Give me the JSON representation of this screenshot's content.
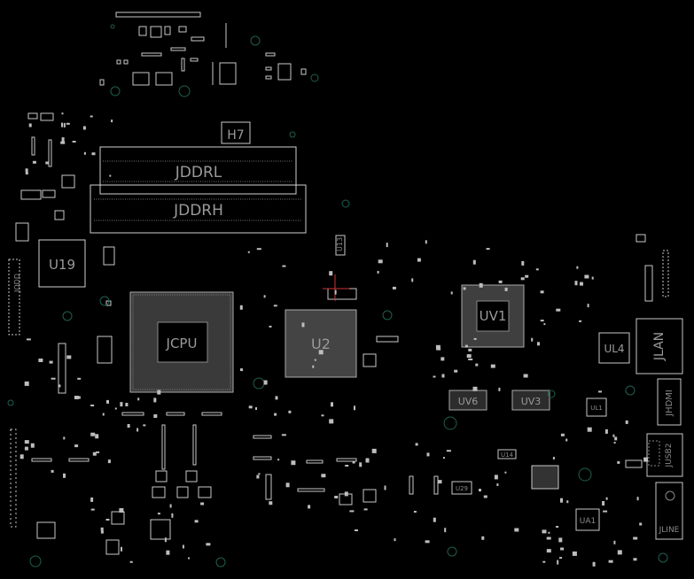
{
  "board": {
    "background": "#000000",
    "outline_color": "#c8c8c8",
    "text_color": "#9a9a9a",
    "via_color": "#1f5f4f"
  },
  "labels": {
    "jddrl": "JDDRL",
    "jddrh": "JDDRH",
    "h7": "H7",
    "u19": "U19",
    "cpu": "JCPU",
    "u2": "U2",
    "uv1": "UV1",
    "uv6": "UV6",
    "uv3": "UV3",
    "ul4": "UL4",
    "jlan": "JLAN",
    "jhdmi": "JHDMI",
    "jusb2": "JUSB2",
    "jline": "JLINE",
    "ua1": "UA1",
    "u13": "U13",
    "ul1": "UL1",
    "u29": "U29",
    "u14": "U14",
    "jodd": "JODD"
  }
}
